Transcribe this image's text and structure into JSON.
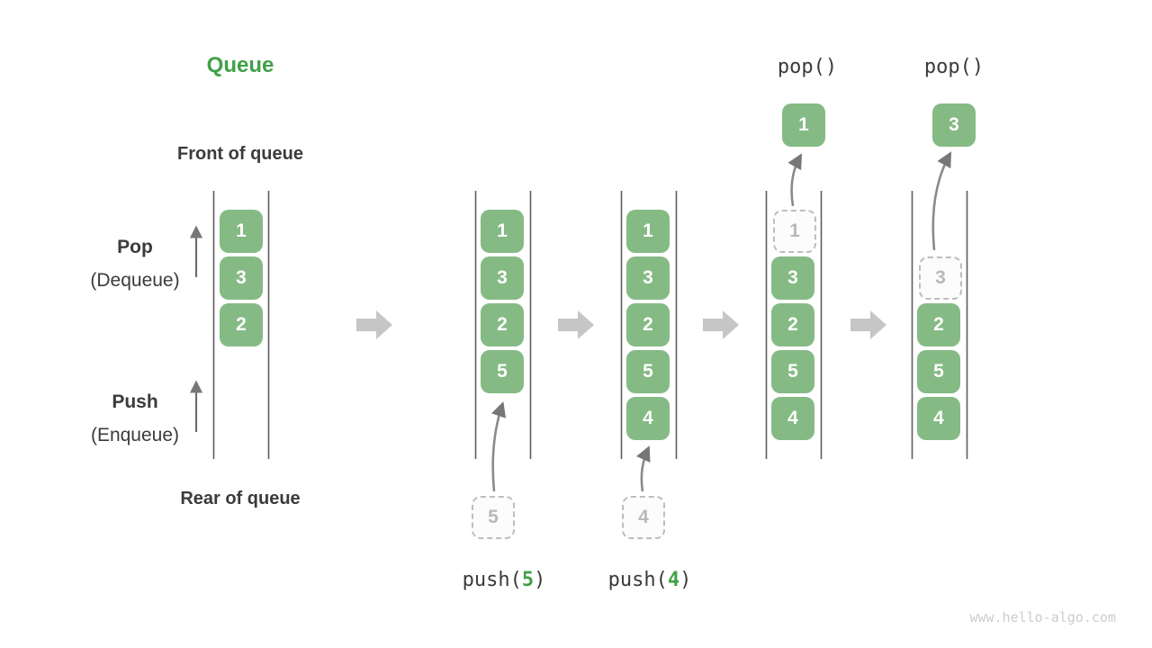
{
  "title": "Queue",
  "side_labels": {
    "front": "Front of queue",
    "rear": "Rear of queue",
    "pop": "Pop",
    "pop_sub": "(Dequeue)",
    "push": "Push",
    "push_sub": "(Enqueue)"
  },
  "operations": {
    "pop1": "pop()",
    "pop2": "pop()",
    "push1": {
      "pre": "push(",
      "arg": "5",
      "post": ")"
    },
    "push2": {
      "pre": "push(",
      "arg": "4",
      "post": ")"
    }
  },
  "queues": {
    "q1": {
      "cells": [
        "1",
        "3",
        "2"
      ]
    },
    "q2": {
      "cells": [
        "1",
        "3",
        "2",
        "5"
      ],
      "incoming": "5"
    },
    "q3": {
      "cells": [
        "1",
        "3",
        "2",
        "5",
        "4"
      ],
      "incoming": "4"
    },
    "q4": {
      "removed": "1",
      "cells": [
        "3",
        "2",
        "5",
        "4"
      ],
      "popped": "1"
    },
    "q5": {
      "removed": "3",
      "cells": [
        "2",
        "5",
        "4"
      ],
      "popped": "3"
    }
  },
  "watermark": "www.hello-algo.com",
  "colors": {
    "cell_green": "#85ba85",
    "accent_green": "#41a047",
    "dark_text": "#3b3b3b",
    "rail_gray": "#5e5e5e",
    "thin_arrow_gray": "#777777",
    "block_arrow_gray": "#c6c6c6",
    "dashed_gray": "#bdbdbd",
    "watermark_gray": "#cccccc"
  }
}
